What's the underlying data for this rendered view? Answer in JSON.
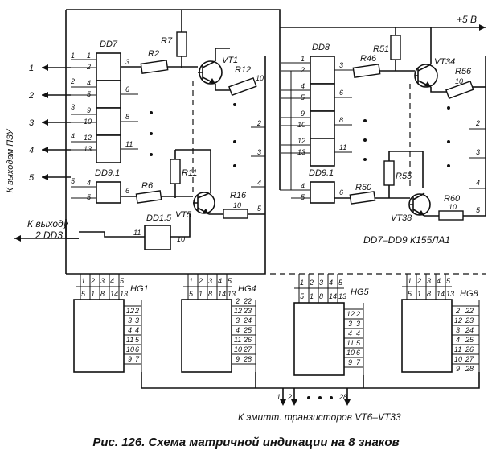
{
  "figure": {
    "caption": "Рис. 126. Схема матричной индикации на 8 знаков"
  },
  "labels": {
    "left_vertical": "К выходам ПЗУ",
    "to_output_line1": "К выходу",
    "to_output_line2": "2 DD3",
    "supply": "+5 В",
    "chip_family": "DD7–DD9   К155ЛА1",
    "bottom": "К эмитт. транзисторов VT6–VT33"
  },
  "components": {
    "dd7": "DD7",
    "dd8": "DD8",
    "dd91_left": "DD9.1",
    "dd91_right": "DD9.1",
    "dd15": "DD1.5",
    "r2": "R2",
    "r6": "R6",
    "r7": "R7",
    "r11": "R11",
    "r12": "R12",
    "r16": "R16",
    "r46": "R46",
    "r50": "R50",
    "r51": "R51",
    "r55": "R55",
    "r56": "R56",
    "r60": "R60",
    "vt1": "VT1",
    "vt5": "VT5",
    "vt34": "VT34",
    "vt38": "VT38",
    "hg1": "HG1",
    "hg4": "HG4",
    "hg5": "HG5",
    "hg8": "HG8"
  },
  "inputs": [
    "1",
    "2",
    "3",
    "4",
    "5"
  ],
  "pins": {
    "dd7_in": [
      "1",
      "2",
      "4",
      "5",
      "9",
      "10",
      "12",
      "13"
    ],
    "dd7_out": [
      "3",
      "6",
      "8",
      "11"
    ],
    "dd91_in": [
      "4",
      "5"
    ],
    "dd91_out": "6",
    "dd15_in": "11",
    "dd15_out": "10",
    "row_outputs": [
      "1",
      "2",
      "3",
      "4",
      "5"
    ],
    "row_outputs_left": [
      "10",
      "2",
      "3",
      "4",
      "5"
    ],
    "display_top_row1": [
      "1",
      "2",
      "3",
      "4",
      "5"
    ],
    "display_top_row2": [
      "5",
      "1",
      "8",
      "14",
      "13"
    ],
    "display_side_left": [
      [
        "12",
        "2"
      ],
      [
        "3",
        "3"
      ],
      [
        "4",
        "4"
      ],
      [
        "11",
        "5"
      ],
      [
        "10",
        "6"
      ],
      [
        "9",
        "7"
      ]
    ],
    "display_side_right": [
      [
        "2",
        "22"
      ],
      [
        "12",
        "23"
      ],
      [
        "3",
        "24"
      ],
      [
        "4",
        "25"
      ],
      [
        "11",
        "26"
      ],
      [
        "10",
        "27"
      ],
      [
        "9",
        "28"
      ]
    ],
    "bottom_bus": [
      "1",
      "2",
      "28"
    ]
  }
}
